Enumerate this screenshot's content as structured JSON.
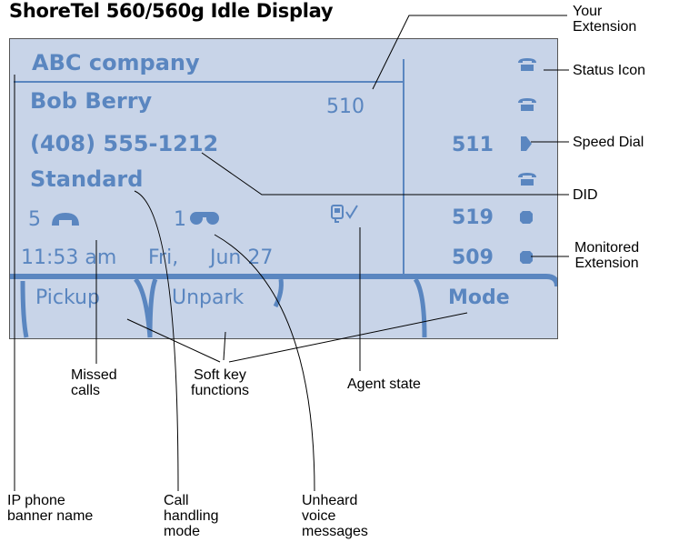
{
  "title": "ShoreTel 560/560g Idle Display",
  "screen": {
    "banner": "ABC company",
    "user_name": "Bob Berry",
    "extension": "510",
    "did": "(408) 555-1212",
    "call_mode": "Standard",
    "missed_count": "5",
    "voicemail_count": "1",
    "time": "11:53 am",
    "day": "Fri,",
    "date": "Jun 27",
    "right_column": [
      {
        "number": "",
        "icon": "phone-icon"
      },
      {
        "number": "",
        "icon": "phone-icon"
      },
      {
        "number": "511",
        "icon": "speed-dial-arrow-icon"
      },
      {
        "number": "",
        "icon": "phone-icon"
      },
      {
        "number": "519",
        "icon": "monitored-extension-icon"
      },
      {
        "number": "509",
        "icon": "monitored-extension-icon"
      }
    ],
    "softkeys": [
      "Pickup",
      "Unpark",
      "",
      "Mode"
    ],
    "colors": {
      "lcd_bg": "#c8d4e8",
      "lcd_text": "#5a86c0"
    }
  },
  "callouts": {
    "your_extension": "Your\nExtension",
    "status_icon": "Status Icon",
    "speed_dial": "Speed Dial",
    "did": "DID",
    "monitored_extension": "Monitored\nExtension",
    "missed_calls": "Missed\ncalls",
    "soft_key_functions": "Soft key\nfunctions",
    "agent_state": "Agent state",
    "ip_phone_banner": "IP phone\nbanner name",
    "call_handling_mode": "Call\nhandling\nmode",
    "unheard_voice_messages": "Unheard\nvoice\nmessages"
  }
}
